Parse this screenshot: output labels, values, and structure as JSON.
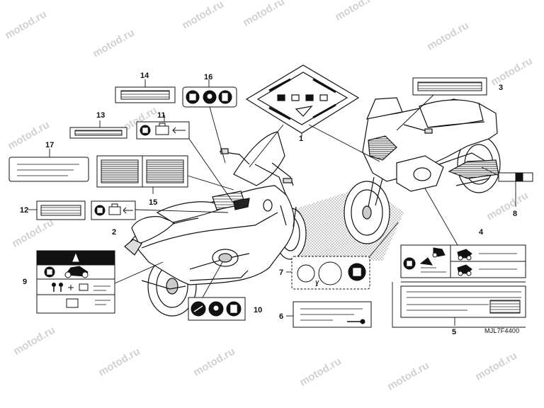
{
  "diagram": {
    "drawing_code": "MJL7F4400",
    "watermark_text": "motod.ru",
    "callouts": [
      "1",
      "2",
      "3",
      "4",
      "5",
      "6",
      "7",
      "8",
      "9",
      "10",
      "11",
      "12",
      "13",
      "14",
      "15",
      "16",
      "17"
    ]
  },
  "colors": {
    "line": "#111111",
    "watermark": "#c9c9c9",
    "label_fill": "#ffffff",
    "dark_fill": "#111111"
  },
  "icons": [
    "book-icon",
    "helmet-icon",
    "luggage-icon",
    "motorcycle-icon",
    "rider-icon",
    "warning-triangle-icon",
    "no-smoking-icon"
  ]
}
